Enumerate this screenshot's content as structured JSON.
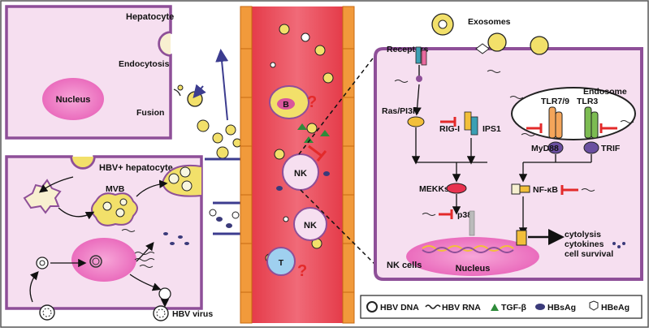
{
  "hepatocyte": {
    "title": "Hepatocyte",
    "nucleus": "Nucleus",
    "endocytosis": "Endocytosis",
    "fusion": "Fusion"
  },
  "infected": {
    "title": "HBV+ hepatocyte",
    "mvb": "MVB",
    "virus": "HBV virus"
  },
  "vessel": {
    "b_cell": "B",
    "nk_cell": "NK",
    "t_cell": "T",
    "unknown_mark": "?"
  },
  "nk_panel": {
    "exosomes": "Exosomes",
    "receptors": "Receptors",
    "endosome": "Endosome",
    "ras": "Ras/PI3K",
    "rig": "RIG-I",
    "ips1": "IPS1",
    "tlr79": "TLR7/9",
    "tlr3": "TLR3",
    "myd88": "MyD88",
    "trif": "TRIF",
    "mekks": "MEKKs",
    "nfkb": "NF-κB",
    "p38": "p38",
    "outcome1": "cytolysis",
    "outcome2": "cytokines",
    "outcome3": "cell survival",
    "nucleus": "Nucleus",
    "cell_name": "NK cells"
  },
  "legend": {
    "hbv_dna": "HBV DNA",
    "hbv_rna": "HBV RNA",
    "tgfb": "TGF-β",
    "hbsag": "HBsAg",
    "hbeag": "HBeAg"
  },
  "colors": {
    "cell_border": "#8e4f98",
    "cell_fill": "#f6dff0",
    "nucleus": "#f07fc6",
    "vessel": "#e63b4a",
    "vessel_wall": "#f19a3b",
    "exosome": "#f2e06a",
    "inhibit": "#e32a2a",
    "arrow_blue": "#3c3c8f"
  }
}
